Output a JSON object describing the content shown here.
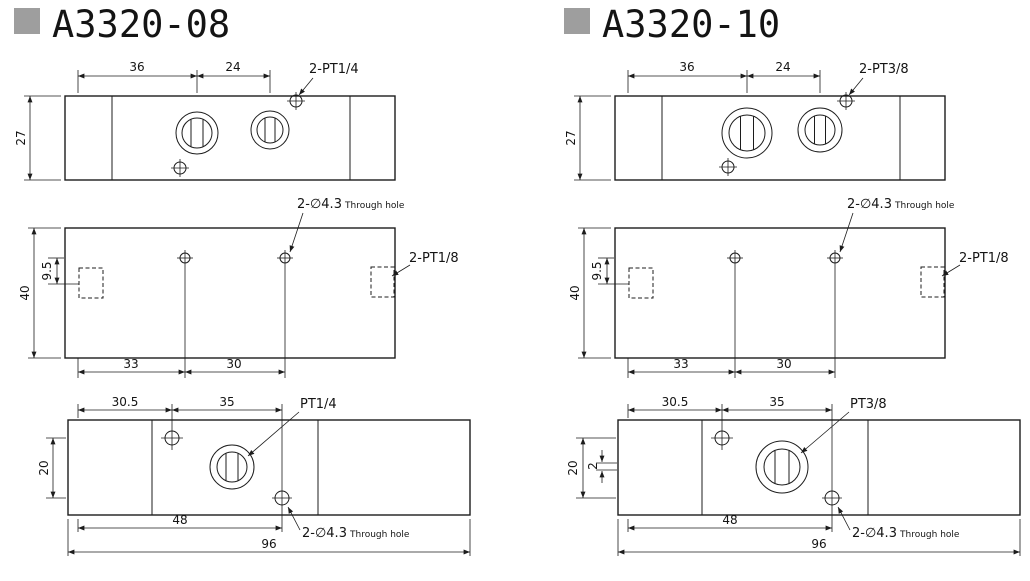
{
  "drawing": {
    "line_color": "#1c1c1c",
    "title_marker_color": "#9e9e9e",
    "background": "#ffffff"
  },
  "panels": [
    {
      "title": "A3320-08",
      "top_view": {
        "width_dim": "36",
        "offset_dim": "24",
        "height_dim": "27",
        "port_label": "2-PT1/4"
      },
      "side_view": {
        "height_dim": "40",
        "hole_offset_dim": "9.5",
        "spacing_left_dim": "33",
        "spacing_right_dim": "30",
        "through_hole_label": "2-∅4.3",
        "through_hole_note": "Through hole",
        "port_label": "2-PT1/8"
      },
      "bottom_view": {
        "hole_offset_dim": "30.5",
        "hole_spacing_dim": "35",
        "height_dim": "20",
        "port_offset_dim": "48",
        "total_length_dim": "96",
        "port_label": "PT1/4",
        "through_hole_label": "2-∅4.3",
        "through_hole_note": "Through hole"
      }
    },
    {
      "title": "A3320-10",
      "top_view": {
        "width_dim": "36",
        "offset_dim": "24",
        "height_dim": "27",
        "port_label": "2-PT3/8"
      },
      "side_view": {
        "height_dim": "40",
        "hole_offset_dim": "9.5",
        "spacing_left_dim": "33",
        "spacing_right_dim": "30",
        "through_hole_label": "2-∅4.3",
        "through_hole_note": "Through hole",
        "port_label": "2-PT1/8"
      },
      "bottom_view": {
        "hole_offset_dim": "30.5",
        "hole_spacing_dim": "35",
        "height_dim": "20",
        "offset2_dim": "2",
        "port_offset_dim": "48",
        "total_length_dim": "96",
        "port_label": "PT3/8",
        "through_hole_label": "2-∅4.3",
        "through_hole_note": "Through hole"
      }
    }
  ]
}
